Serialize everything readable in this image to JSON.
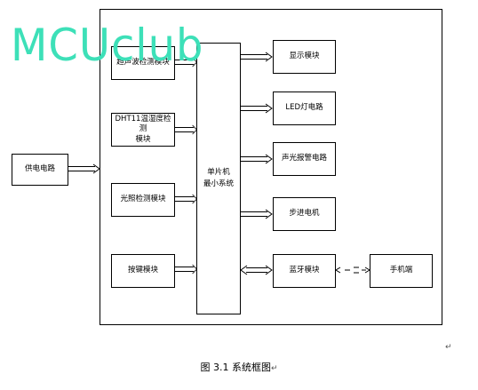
{
  "watermark": "MCUclub",
  "blocks": {
    "power": "供电电路",
    "ultrasonic": "超声波检测模块",
    "dht11": "DHT11温湿度检测\n模块",
    "light": "光照检测模块",
    "keys": "按键模块",
    "mcu": "单片机\n最小系统",
    "display": "显示模块",
    "led": "LED灯电路",
    "alarm": "声光报警电路",
    "stepper": "步进电机",
    "bluetooth": "蓝牙模块",
    "phone": "手机端"
  },
  "caption": "图 3.1 系统框图",
  "paragraph_marks": [
    "↵",
    "↵"
  ]
}
